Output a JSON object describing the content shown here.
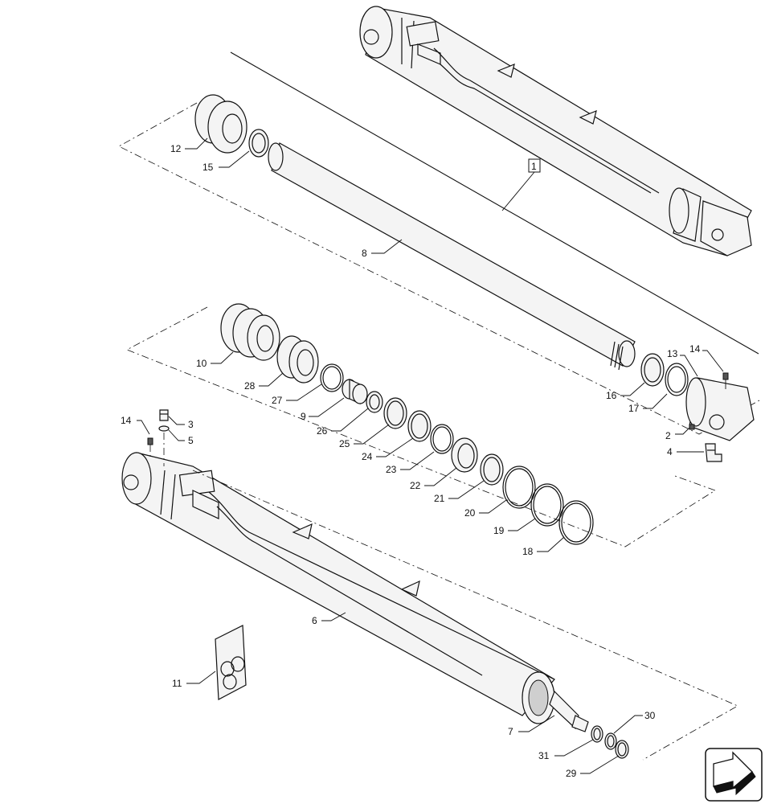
{
  "callouts": {
    "c1": "1",
    "c2": "2",
    "c3": "3",
    "c4": "4",
    "c5": "5",
    "c6": "6",
    "c7": "7",
    "c8": "8",
    "c9": "9",
    "c10": "10",
    "c11": "11",
    "c12": "12",
    "c13": "13",
    "c14a": "14",
    "c14b": "14",
    "c15": "15",
    "c16": "16",
    "c17": "17",
    "c18": "18",
    "c19": "19",
    "c20": "20",
    "c21": "21",
    "c22": "22",
    "c23": "23",
    "c24": "24",
    "c25": "25",
    "c26": "26",
    "c27": "27",
    "c28": "28",
    "c29": "29",
    "c30": "30",
    "c31": "31"
  },
  "icons": {
    "navigation": "next-page-arrow-icon"
  },
  "colors": {
    "line": "#111111",
    "background": "#ffffff"
  }
}
